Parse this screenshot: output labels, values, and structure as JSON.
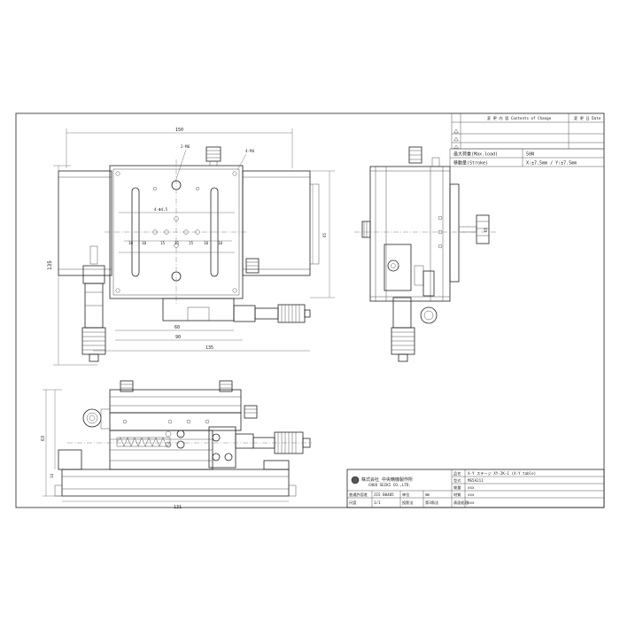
{
  "revision_table": {
    "col_content": "変 更 内 容 Contents of Change",
    "col_date": "変 更 日 Date"
  },
  "specs": {
    "max_load_label": "最大荷重(Max.load)",
    "max_load_value": "50N",
    "stroke_label": "移動量(Stroke)",
    "stroke_value": "X:±7.5mm / Y:±7.5mm"
  },
  "dimensions": {
    "top_width": "150",
    "hole_2m6": "2-M6",
    "hole_4m4": "4-M4",
    "hole_dia": "4-Φ4.5",
    "row_10a": "10",
    "row_10b": "10",
    "row_15a": "15",
    "row_15b": "15",
    "row_15c": "15",
    "row_10c": "10",
    "row_10d": "10",
    "height_135": "135",
    "width_60": "60",
    "width_90": "90",
    "width_135": "135",
    "right_height": "65",
    "side_height": "63",
    "side_base": "131",
    "side_small": "14",
    "right_dim": "65"
  },
  "title_block": {
    "company": "株式会社 中央精機製作所",
    "company_en": "CHUO SEIKI CO.,LTD.",
    "name_label": "品名",
    "name_value": "X-Y ステージ XY-2K-1 (X-Y table)",
    "model_label": "型式",
    "model_value": "MS5A211",
    "scale_label": "尺度",
    "scale_value": "1/1",
    "proj_label": "投影法",
    "proj_value": "第3角法",
    "material_label": "材質",
    "material_value": "xxx",
    "finish_label": "表面処理",
    "finish_value": "xxx",
    "tol_label": "普通許容差",
    "tol_value": "JIS B0405",
    "unit_label": "単位",
    "unit_value": "mm",
    "weight_label": "質量",
    "weight_value": "xxx"
  }
}
